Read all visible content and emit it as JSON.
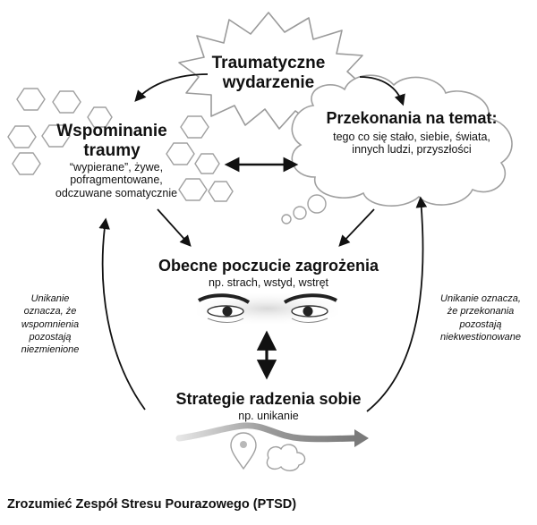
{
  "diagram": {
    "trauma_event": {
      "line1": "Traumatyczne",
      "line2": "wydarzenie"
    },
    "memory": {
      "title_line1": "Wspominanie",
      "title_line2": "traumy",
      "desc_line1": "“wypierane”, żywe,",
      "desc_line2": "pofragmentowane,",
      "desc_line3": "odczuwane somatycznie"
    },
    "beliefs": {
      "title": "Przekonania na temat:",
      "desc_line1": "tego co się stało, siebie, świata,",
      "desc_line2": "innych ludzi, przyszłości"
    },
    "threat": {
      "title": "Obecne poczucie zagrożenia",
      "desc": "np. strach, wstyd, wstręt"
    },
    "coping": {
      "title": "Strategie radzenia sobie",
      "desc": "np. unikanie"
    },
    "left_note": {
      "line1": "Unikanie",
      "line2": "oznacza, że",
      "line3": "wspomnienia",
      "line4": "pozostają",
      "line5": "niezmienione"
    },
    "right_note": {
      "line1": "Unikanie oznacza,",
      "line2": "że przekonania",
      "line3": "pozostają",
      "line4": "niekwestionowane"
    }
  },
  "caption": "Zrozumieć Zespół Stresu Pourazowego (PTSD)",
  "colors": {
    "ink": "#111111",
    "outline": "#9a9a9a",
    "road": "#8a8a8a"
  }
}
